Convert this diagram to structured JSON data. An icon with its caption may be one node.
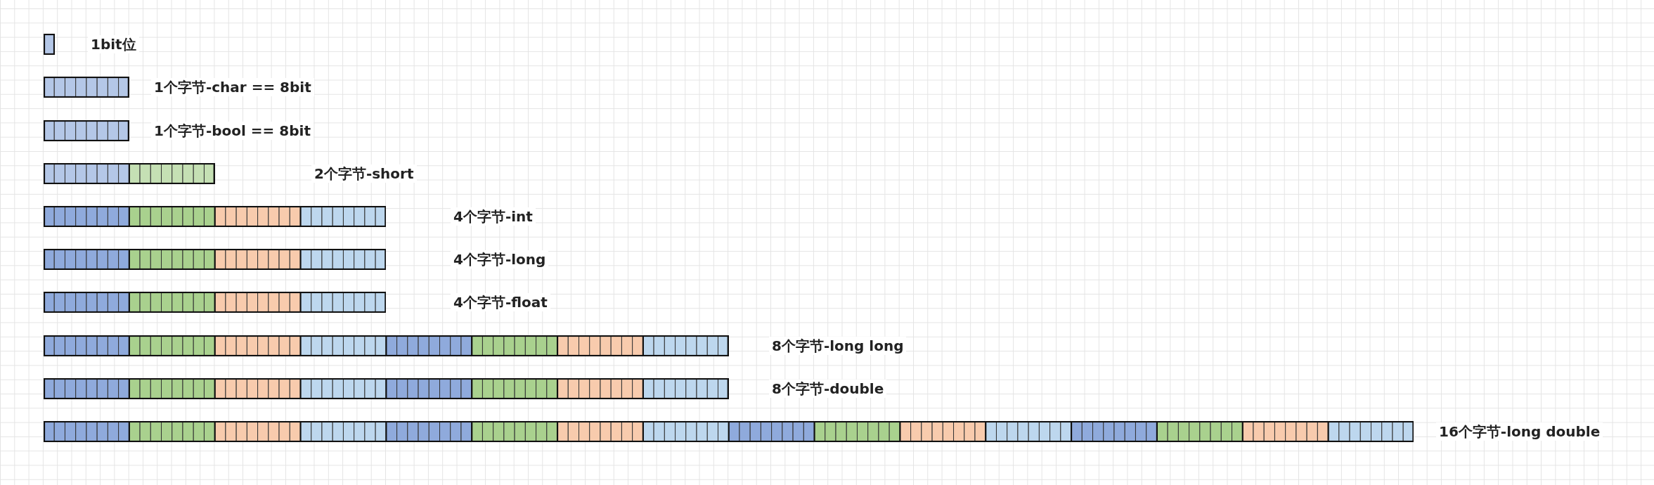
{
  "diagram": {
    "nodes": [
      {
        "text": [],
        "shape": "bar"
      },
      {
        "text": [],
        "shape": "bar"
      },
      {
        "text": [],
        "shape": "bar"
      },
      {
        "text": [],
        "shape": "bar"
      },
      {
        "text": [],
        "shape": "bar"
      },
      {
        "text": [],
        "shape": "bar"
      },
      {
        "text": [],
        "shape": "bar"
      },
      {
        "text": [],
        "shape": "bar"
      },
      {
        "text": [],
        "shape": "bar"
      },
      {
        "text": [],
        "shape": "bar"
      }
    ],
    "labels": [
      "1bit位",
      "1个字节-char == 8bit",
      "1个字节-bool == 8bit",
      "2个字节-short",
      "4个字节-int",
      "4个字节-long",
      "4个字节-float",
      "8个字节-long long",
      "8个字节-double",
      "16个字节-long double"
    ]
  }
}
